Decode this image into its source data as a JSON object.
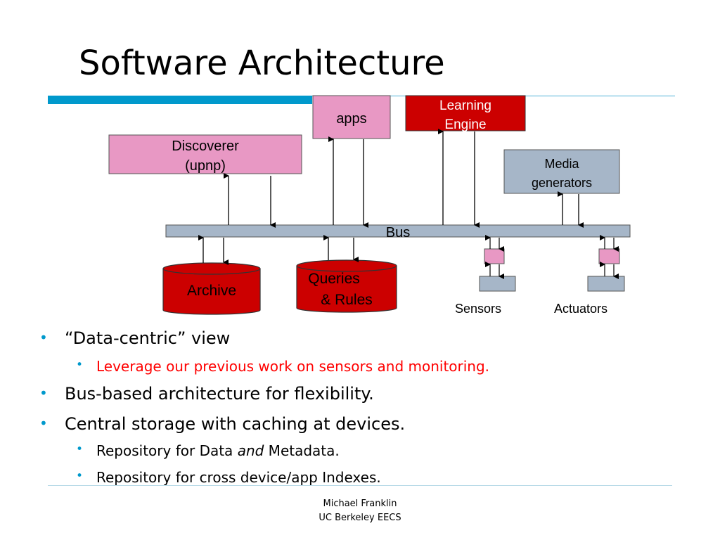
{
  "slide": {
    "title": "Software Architecture",
    "diagram": {
      "apps": "apps",
      "learning_engine": [
        "Learning",
        "Engine"
      ],
      "discoverer": [
        "Discoverer",
        "(upnp)"
      ],
      "media_generators": [
        "Media",
        "generators"
      ],
      "bus": "Bus",
      "archive": "Archive",
      "queries_rules": [
        "Queries",
        "& Rules"
      ],
      "sensors": "Sensors",
      "actuators": "Actuators"
    },
    "bullets": [
      {
        "level": 1,
        "text": "“Data-centric” view"
      },
      {
        "level": 2,
        "text": "Leverage our previous work on sensors and monitoring.",
        "color": "#ff0000"
      },
      {
        "level": 1,
        "text": "Bus-based architecture for flexibility."
      },
      {
        "level": 1,
        "text": "Central storage with caching at devices."
      },
      {
        "level": 2,
        "parts": [
          "Repository for Data ",
          "and",
          " Metadata."
        ]
      },
      {
        "level": 2,
        "text": "Repository for cross device/app Indexes."
      }
    ],
    "bullet_glyph": "•",
    "footer": [
      "Michael Franklin",
      "UC Berkeley EECS"
    ]
  },
  "colors": {
    "accent": "#0099cc",
    "pink_box": "#e898c4",
    "red_box": "#cc0000",
    "gray_box": "#a6b6c8",
    "bus": "#a6b6c8",
    "highlight_text": "#ff0000"
  }
}
